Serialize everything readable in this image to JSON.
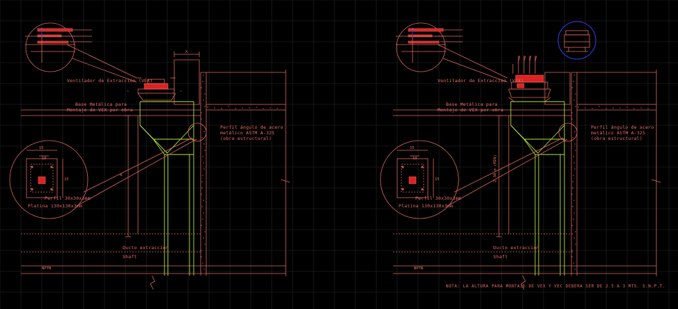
{
  "labels": {
    "fan": "Ventilador de Extracción (VEX)",
    "base": "Base Metálica para",
    "base2": "Montaje de VEX por obra",
    "profile": "Perfil ángulo de acero",
    "profile2": "metálico ASTM A-325",
    "profile3": "(obra estructural)",
    "duct": "Ducto extracción",
    "sheet": "Shaft",
    "nivel": "NPTN",
    "perfil_ang": "Perfil 30x30x3mm",
    "platina": "Platina 130x130x3mm",
    "dim_15": "15",
    "dim_10": "10",
    "dim_15b": "15",
    "dim_x": "X",
    "dim_a": "A",
    "dim_vert": "2.30 m (MIN)"
  },
  "note": "NOTA: LA ALTURA PARA MONTAJE DE VEX Y VEC DEBERA SER DE 2.5 A 3 MTS. S.N.P.T."
}
